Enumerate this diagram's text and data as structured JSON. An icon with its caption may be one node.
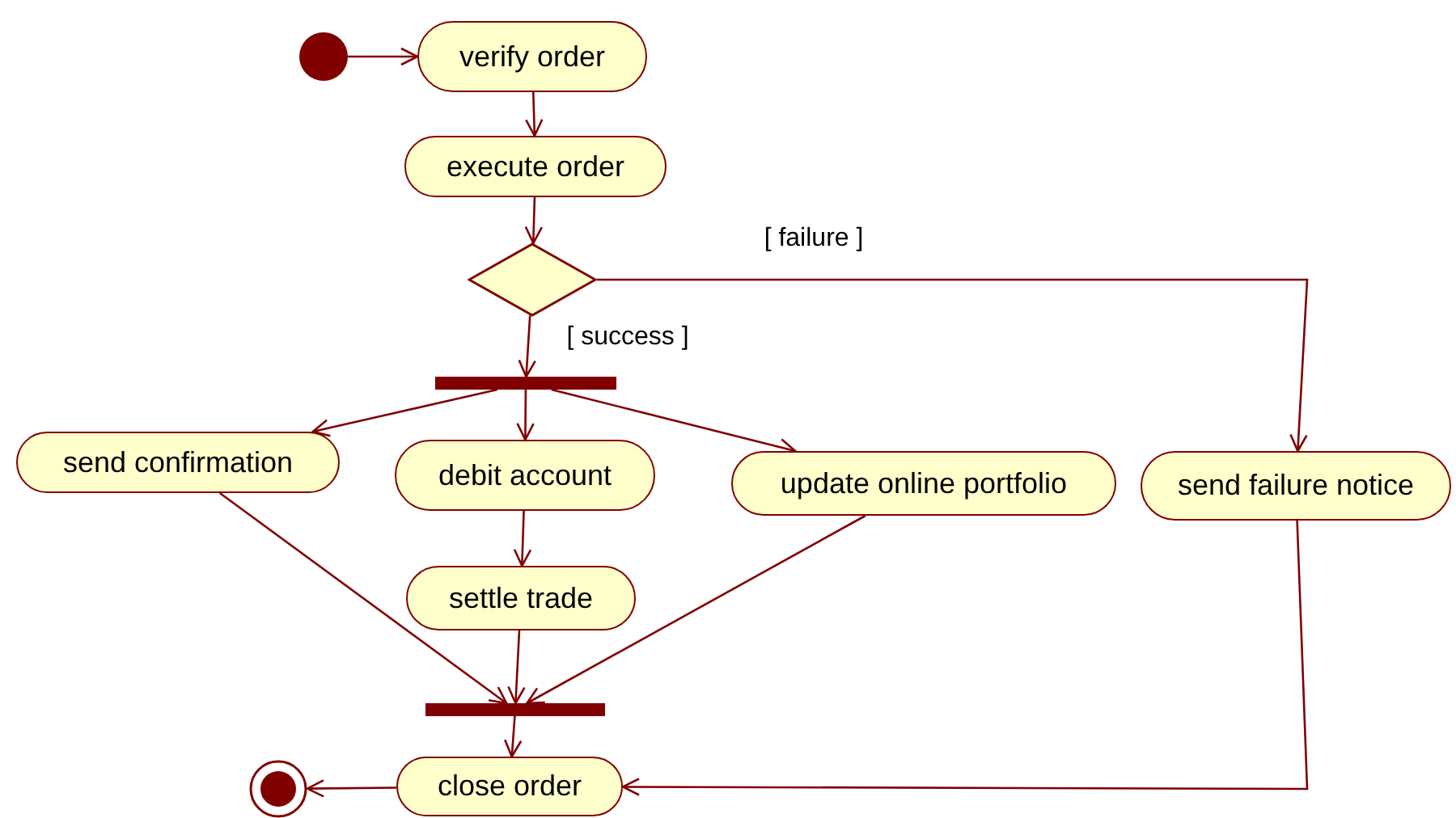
{
  "diagram": {
    "nodes": [
      {
        "text": [],
        "shape": "circle"
      },
      {
        "text": [
          "verify order"
        ]
      },
      {
        "text": [
          "execute order"
        ]
      },
      {
        "text": [],
        "shape": "diamond"
      },
      {
        "text": [],
        "shape": "bar"
      },
      {
        "text": [
          "send confirmation"
        ]
      },
      {
        "text": [
          "debit account"
        ]
      },
      {
        "text": [
          "update online portfolio"
        ]
      },
      {
        "text": [
          "send failure notice"
        ]
      },
      {
        "text": [
          "settle trade"
        ]
      },
      {
        "text": [],
        "shape": "bar"
      },
      {
        "text": [
          "close order"
        ]
      },
      {
        "text": [],
        "shape": "bullseye"
      }
    ],
    "edges": [
      {
        "from": 0,
        "to": 1,
        "arrow": "to"
      },
      {
        "from": 1,
        "to": 2,
        "arrow": "to"
      },
      {
        "from": 2,
        "to": 3,
        "arrow": "to"
      },
      {
        "from": 3,
        "to": 4,
        "arrow": "to",
        "label": "[ success ]"
      },
      {
        "from": 3,
        "to": 8,
        "arrow": "to",
        "label": "[ failure ]"
      },
      {
        "from": 4,
        "to": 5,
        "arrow": "to"
      },
      {
        "from": 4,
        "to": 6,
        "arrow": "to"
      },
      {
        "from": 4,
        "to": 7,
        "arrow": "to"
      },
      {
        "from": 6,
        "to": 9,
        "arrow": "to"
      },
      {
        "from": 5,
        "to": 10,
        "arrow": "to"
      },
      {
        "from": 9,
        "to": 10,
        "arrow": "to"
      },
      {
        "from": 7,
        "to": 10,
        "arrow": "to"
      },
      {
        "from": 10,
        "to": 11,
        "arrow": "to"
      },
      {
        "from": 11,
        "to": 12,
        "arrow": "to"
      },
      {
        "from": 8,
        "to": 11,
        "arrow": "to"
      }
    ]
  }
}
